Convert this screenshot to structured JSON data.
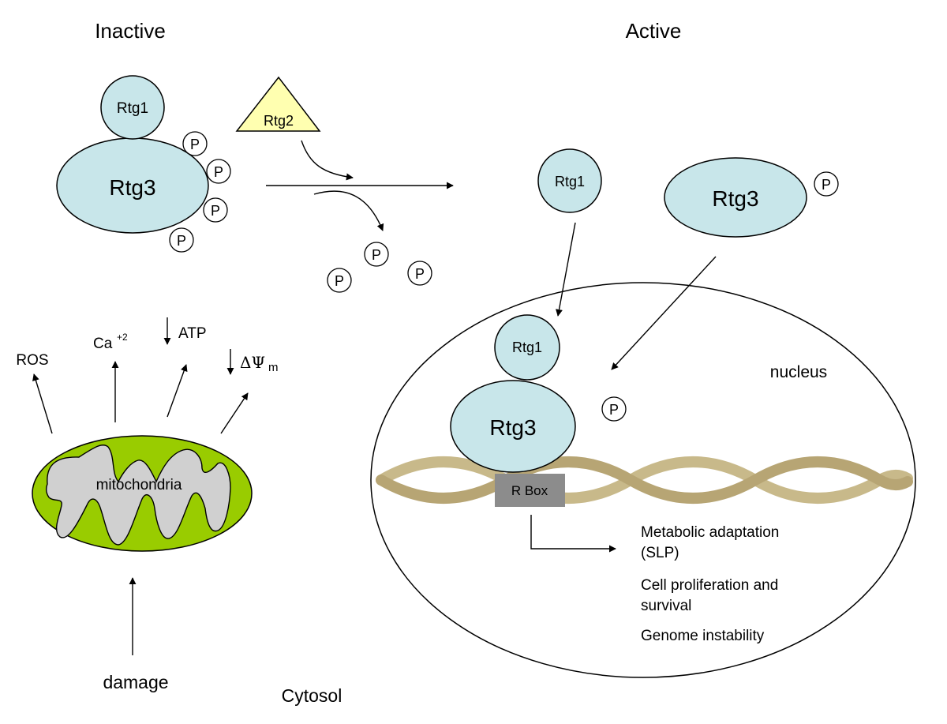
{
  "headings": {
    "inactive": "Inactive",
    "active": "Active"
  },
  "proteins": {
    "rtg1": "Rtg1",
    "rtg2": "Rtg2",
    "rtg3": "Rtg3",
    "phosphate": "P"
  },
  "signals": {
    "ros": "ROS",
    "ca_base": "Ca",
    "ca_sup": "+2",
    "atp": "ATP",
    "delta_psi": "ΔΨ",
    "delta_psi_sub": "m"
  },
  "mitochondria_label": "mitochondria",
  "damage_label": "damage",
  "cytosol_label": "Cytosol",
  "nucleus_label": "nucleus",
  "rbox_label": "R Box",
  "outcomes": {
    "metabolic_line1": "Metabolic adaptation",
    "metabolic_line2": "(SLP)",
    "prolif_line1": "Cell proliferation and",
    "prolif_line2": "survival",
    "genome": "Genome instability"
  },
  "colors": {
    "protein_fill": "#c8e6ea",
    "rtg2_fill": "#ffffb0",
    "mito_outer": "#99cc00",
    "mito_inner": "#d0d0d0",
    "dna_strand": "#c8b98a",
    "rbox_fill": "#8c8c8c"
  }
}
